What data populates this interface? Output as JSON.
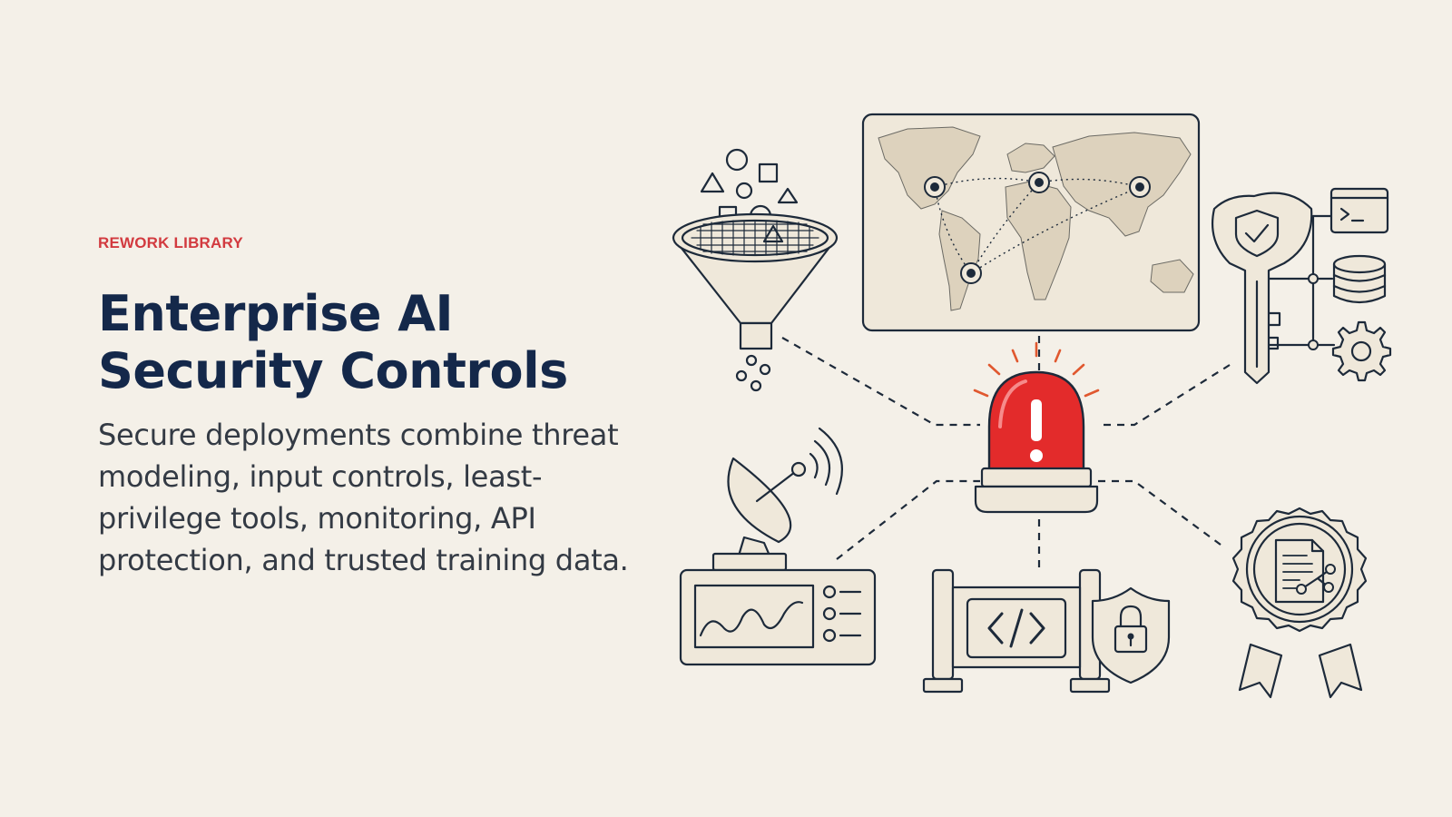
{
  "header": {
    "eyebrow": "REWORK LIBRARY",
    "title": "Enterprise AI Security Controls",
    "description": "Secure deployments combine threat modeling, input controls, least-privilege tools, monitoring, API protection, and trusted training data."
  },
  "colors": {
    "background": "#f4f0e8",
    "eyebrow": "#d23a3f",
    "title": "#14284a",
    "body_text": "#333a44",
    "alarm_red": "#e32b2b",
    "line_art": "#1d2a3a",
    "fill_cream": "#efe8da"
  },
  "illustration": {
    "icons": [
      "funnel-filter-icon",
      "world-map-icon",
      "key-shield-icon",
      "terminal-icon",
      "database-icon",
      "gear-icon",
      "alarm-siren-icon",
      "satellite-dish-icon",
      "monitor-waveform-icon",
      "code-gate-icon",
      "padlock-shield-icon",
      "certified-document-badge-icon"
    ]
  }
}
